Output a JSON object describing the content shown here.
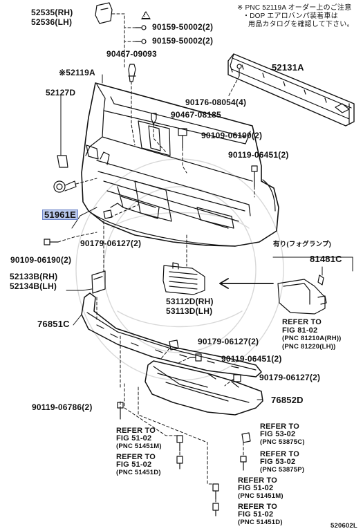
{
  "notice": {
    "line1": "※ PNC 52119A オーダー上のご注意",
    "line2": "・DOP エアロバンパ装着車は",
    "line3": "用品カタログを確認して下さい。"
  },
  "labels": {
    "p52535": "52535(RH)",
    "p52536": "52536(LH)",
    "p90159a": "90159-50002(2)",
    "p90159b": "90159-50002(2)",
    "p90467a": "90467-09093",
    "p52119a": "※52119A",
    "p52131a": "52131A",
    "p52127d": "52127D",
    "p90176": "90176-08054(4)",
    "p90467b": "90467-08185",
    "p90109a": "90109-06190(2)",
    "p90119a": "90119-06451(2)",
    "p51961e": "51961E",
    "p90179a": "90179-06127(2)",
    "p90109b": "90109-06190(2)",
    "fog": "有り(フォグランプ)",
    "p81481c": "81481C",
    "p52133b": "52133B(RH)",
    "p52134b": "52134B(LH)",
    "p53112d": "53112D(RH)",
    "p53113d": "53113D(LH)",
    "p76851c": "76851C",
    "p90179b": "90179-06127(2)",
    "p90119b": "90119-06451(2)",
    "p90179c": "90179-06127(2)",
    "p76852d": "76852D",
    "p90119c": "90119-06786(2)",
    "code": "520602L"
  },
  "refs": {
    "fig81": [
      "REFER TO",
      "FIG 81-02",
      "(PNC 81210A(RH))",
      "(PNC 81220(LH))"
    ],
    "fig51a": [
      "REFER TO",
      "FIG 51-02",
      "(PNC 51451M)"
    ],
    "fig51b": [
      "REFER TO",
      "FIG 51-02",
      "(PNC 51451D)"
    ],
    "fig53a": [
      "REFER TO",
      "FIG 53-02",
      "(PNC 53875C)"
    ],
    "fig53b": [
      "REFER TO",
      "FIG 53-02",
      "(PNC 53875P)"
    ],
    "fig51c": [
      "REFER TO",
      "FIG 51-02",
      "(PNC 51451M)"
    ],
    "fig51d": [
      "REFER TO",
      "FIG 51-02",
      "(PNC 51451D)"
    ]
  },
  "highlight_color": "#b9c8ec",
  "icons": [
    "warning-triangle-icon",
    "fastener-icon",
    "bolt-icon",
    "clip-icon"
  ]
}
